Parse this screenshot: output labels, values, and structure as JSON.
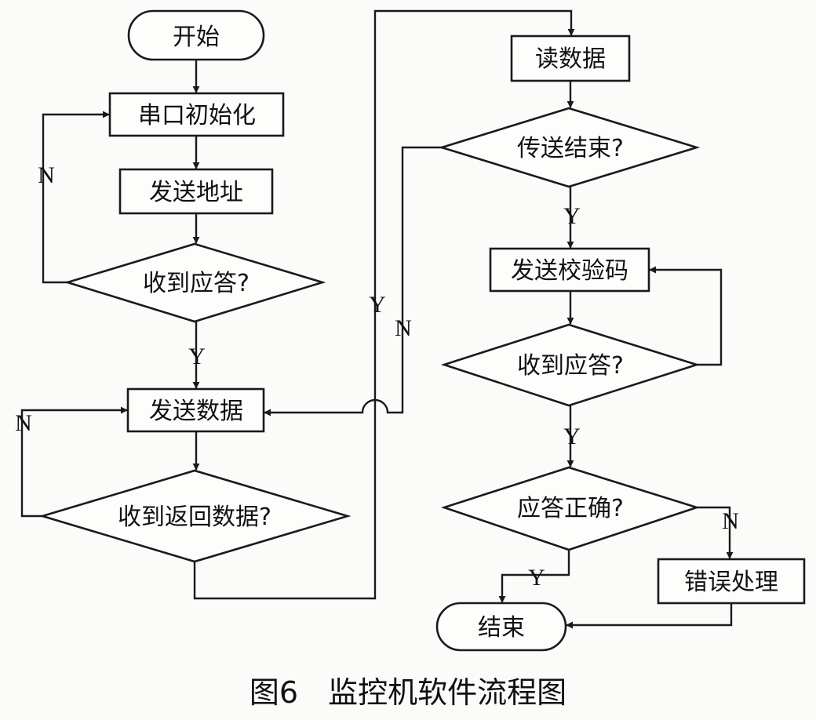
{
  "nodes": {
    "start": "开始",
    "serial_init": "串口初始化",
    "send_address": "发送地址",
    "ack_received_1": "收到应答?",
    "send_data": "发送数据",
    "return_data_received": "收到返回数据?",
    "read_data": "读数据",
    "transfer_done": "传送结束?",
    "send_checksum": "发送校验码",
    "ack_received_2": "收到应答?",
    "ack_correct": "应答正确?",
    "error_handling": "错误处理",
    "end": "结束"
  },
  "edge_labels": {
    "ack1_no": "N",
    "ack1_yes": "Y",
    "return_no": "N",
    "return_yes": "Y",
    "transfer_no": "N",
    "transfer_yes": "Y",
    "ack2_yes": "Y",
    "correct_no": "N",
    "correct_yes": "Y"
  },
  "caption": "图6　监控机软件流程图"
}
